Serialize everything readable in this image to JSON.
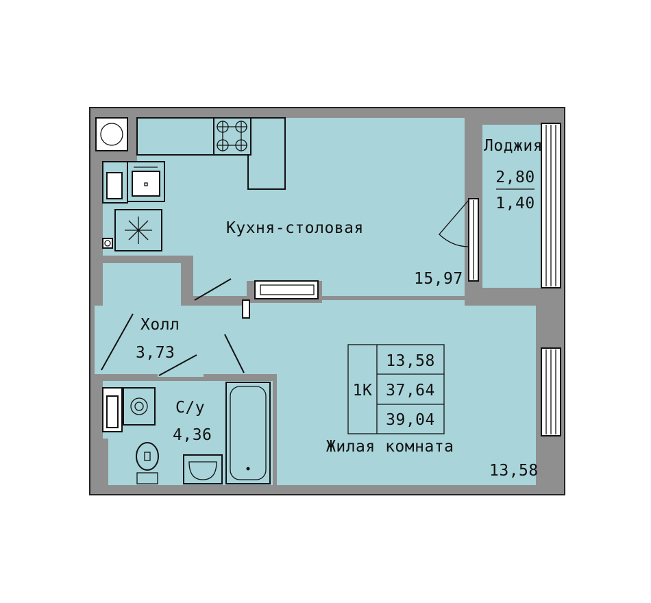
{
  "rooms": {
    "kitchen": {
      "name": "Кухня-столовая",
      "area": "15,97"
    },
    "loggia": {
      "name": "Лоджия",
      "area_total": "2,80",
      "area_reduced": "1,40"
    },
    "hall": {
      "name": "Холл",
      "area": "3,73"
    },
    "bathroom": {
      "name": "С/у",
      "area": "4,36"
    },
    "living": {
      "name": "Жилая комната",
      "area": "13,58"
    }
  },
  "summary": {
    "type": "1К",
    "living_area": "13,58",
    "total_area": "37,64",
    "total_with_loggia": "39,04"
  },
  "colors": {
    "room_fill": "#a9d4da",
    "wall_fill": "#8f8f8f",
    "line": "#111111"
  }
}
